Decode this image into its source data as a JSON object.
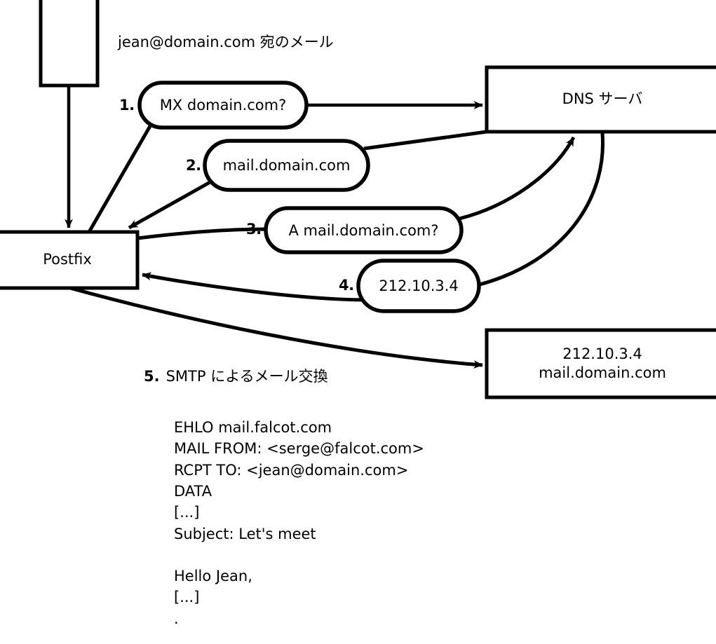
{
  "diagram": {
    "title_caption": "jean@domain.com 宛のメール",
    "nodes": {
      "source_box": {
        "label": ""
      },
      "postfix_box": {
        "label": "Postfix"
      },
      "dns_box": {
        "label": "DNS サーバ"
      },
      "mail_server_box": {
        "line1": "212.10.3.4",
        "line2": "mail.domain.com"
      }
    },
    "steps": [
      {
        "num": "1.",
        "label": "MX domain.com?"
      },
      {
        "num": "2.",
        "label": "mail.domain.com"
      },
      {
        "num": "3.",
        "label": "A mail.domain.com?"
      },
      {
        "num": "4.",
        "label": "212.10.3.4"
      },
      {
        "num": "5.",
        "label": "SMTP によるメール交換"
      }
    ],
    "smtp_transcript": [
      "EHLO mail.falcot.com",
      "MAIL FROM: <serge@falcot.com>",
      "RCPT TO: <jean@domain.com>",
      "DATA",
      "[...]",
      "Subject: Let's meet",
      "",
      "Hello Jean,",
      "[...]",
      "."
    ],
    "colors": {
      "stroke": "#000000",
      "fill": "#ffffff",
      "text": "#000000"
    }
  }
}
